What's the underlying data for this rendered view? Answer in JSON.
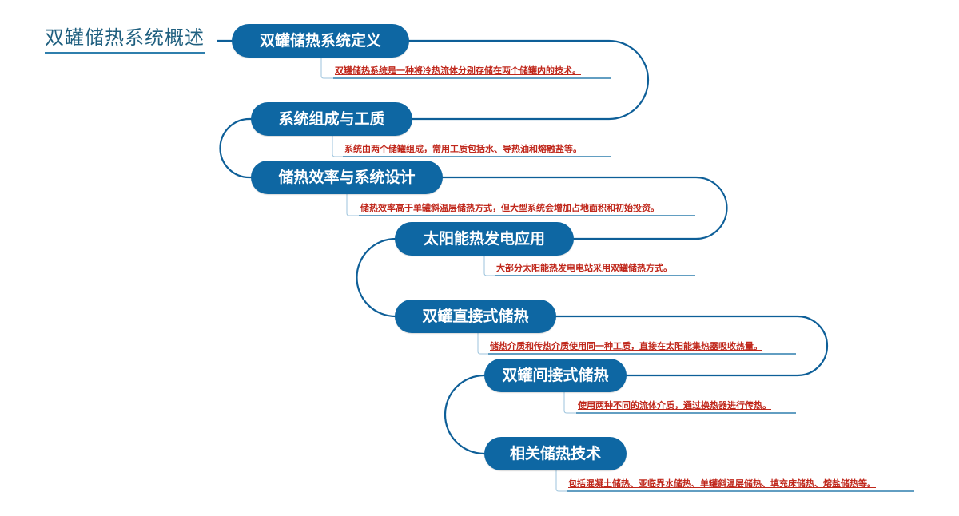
{
  "diagram": {
    "title": "双罐储热系统概述",
    "colors": {
      "node_fill": "#0e67a3",
      "node_text": "#ffffff",
      "connector": "#0e5f98",
      "note_text": "#c0281c",
      "note_underline": "#2f7fad",
      "title_text": "#1f5f7f"
    },
    "nodes": [
      {
        "label": "双罐储热系统定义",
        "note": "双罐储热系统是一种将冷热流体分别存储在两个储罐内的技术。"
      },
      {
        "label": "系统组成与工质",
        "note": "系统由两个储罐组成，常用工质包括水、导热油和熔融盐等。"
      },
      {
        "label": "储热效率与系统设计",
        "note": "储热效率高于单罐斜温层储热方式，但大型系统会增加占地面积和初始投资。"
      },
      {
        "label": "太阳能热发电应用",
        "note": "大部分太阳能热发电电站采用双罐储热方式。"
      },
      {
        "label": "双罐直接式储热",
        "note": "储热介质和传热介质使用同一种工质，直接在太阳能集热器吸收热量。"
      },
      {
        "label": "双罐间接式储热",
        "note": "使用两种不同的流体介质，通过换热器进行传热。"
      },
      {
        "label": "相关储热技术",
        "note": "包括混凝土储热、亚临界水储热、单罐斜温层储热、填充床储热、熔盐储热等。"
      }
    ]
  }
}
